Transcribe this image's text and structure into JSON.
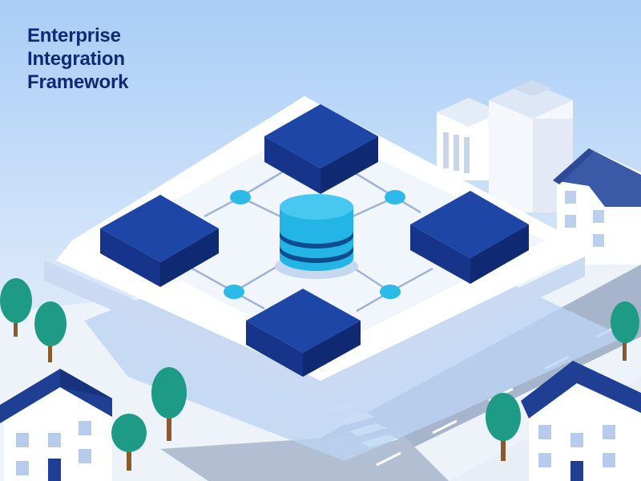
{
  "headline": {
    "line1": "Enterprise",
    "line2": "Integration",
    "line3": "Framework"
  },
  "colors": {
    "sky_top": "#a9cdf6",
    "sky_bottom": "#e6f0fb",
    "ground": "#eef3fa",
    "platform_top": "#ffffff",
    "platform_side": "#c9daf2",
    "block_top": "#1e46a6",
    "block_left": "#16358a",
    "block_right": "#0f2a73",
    "database": "#22b5e6",
    "database_stripe": "#0c4c8f",
    "node": "#2cbbe8",
    "connector": "#9fb3d6",
    "road": "#9faec6",
    "tree": "#1e9b87",
    "trunk": "#8a5a2a",
    "house_roof": "#1f3f95",
    "house_wall": "#ffffff",
    "text": "#0f2a73"
  },
  "icons": {
    "center": "database-icon",
    "modules": "server-block-icon",
    "nodes": "connector-node-icon"
  }
}
